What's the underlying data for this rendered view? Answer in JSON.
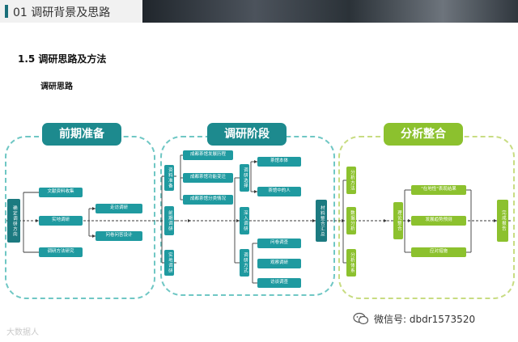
{
  "header": {
    "title": "01  调研背景及思路"
  },
  "section_title": "1.5 调研思路及方法",
  "sub_title": "调研思路",
  "stages": {
    "prep": "前期准备",
    "research": "调研阶段",
    "analysis": "分析整合"
  },
  "nodes": {
    "start": "确定调研方向",
    "lit": "文献资料收集",
    "field": "实地调研",
    "tools": "调研方法研究",
    "tools_r1": "走访调研",
    "tools_r2": "问卷问答设计",
    "pre1": "成都茶馆发展历程",
    "pre2": "成都茶馆功能变迁",
    "pre3": "成都茶馆分类情况",
    "col_data": "资料准备",
    "col_pre": "前期调研",
    "col_site": "实地调研",
    "pick": "调研选择",
    "pick1": "茶馆本体",
    "pick2": "茶馆中的人",
    "deep": "深入调研",
    "method": "调研方式",
    "m1": "问卷调查",
    "m2": "观察调研",
    "m3": "访谈调查",
    "gather": "材料整合汇总",
    "a_method": "分析方法",
    "a_data": "数据分析",
    "a_system": "分析体系",
    "inner": "理论整合",
    "r1": "\"在地性\"表现结果",
    "r2": "发展趋势预测",
    "r3": "应对措施",
    "finish": "完成报告"
  },
  "footer": {
    "wechat": "微信号: dbdr1573520",
    "watermark": "大数据人"
  }
}
